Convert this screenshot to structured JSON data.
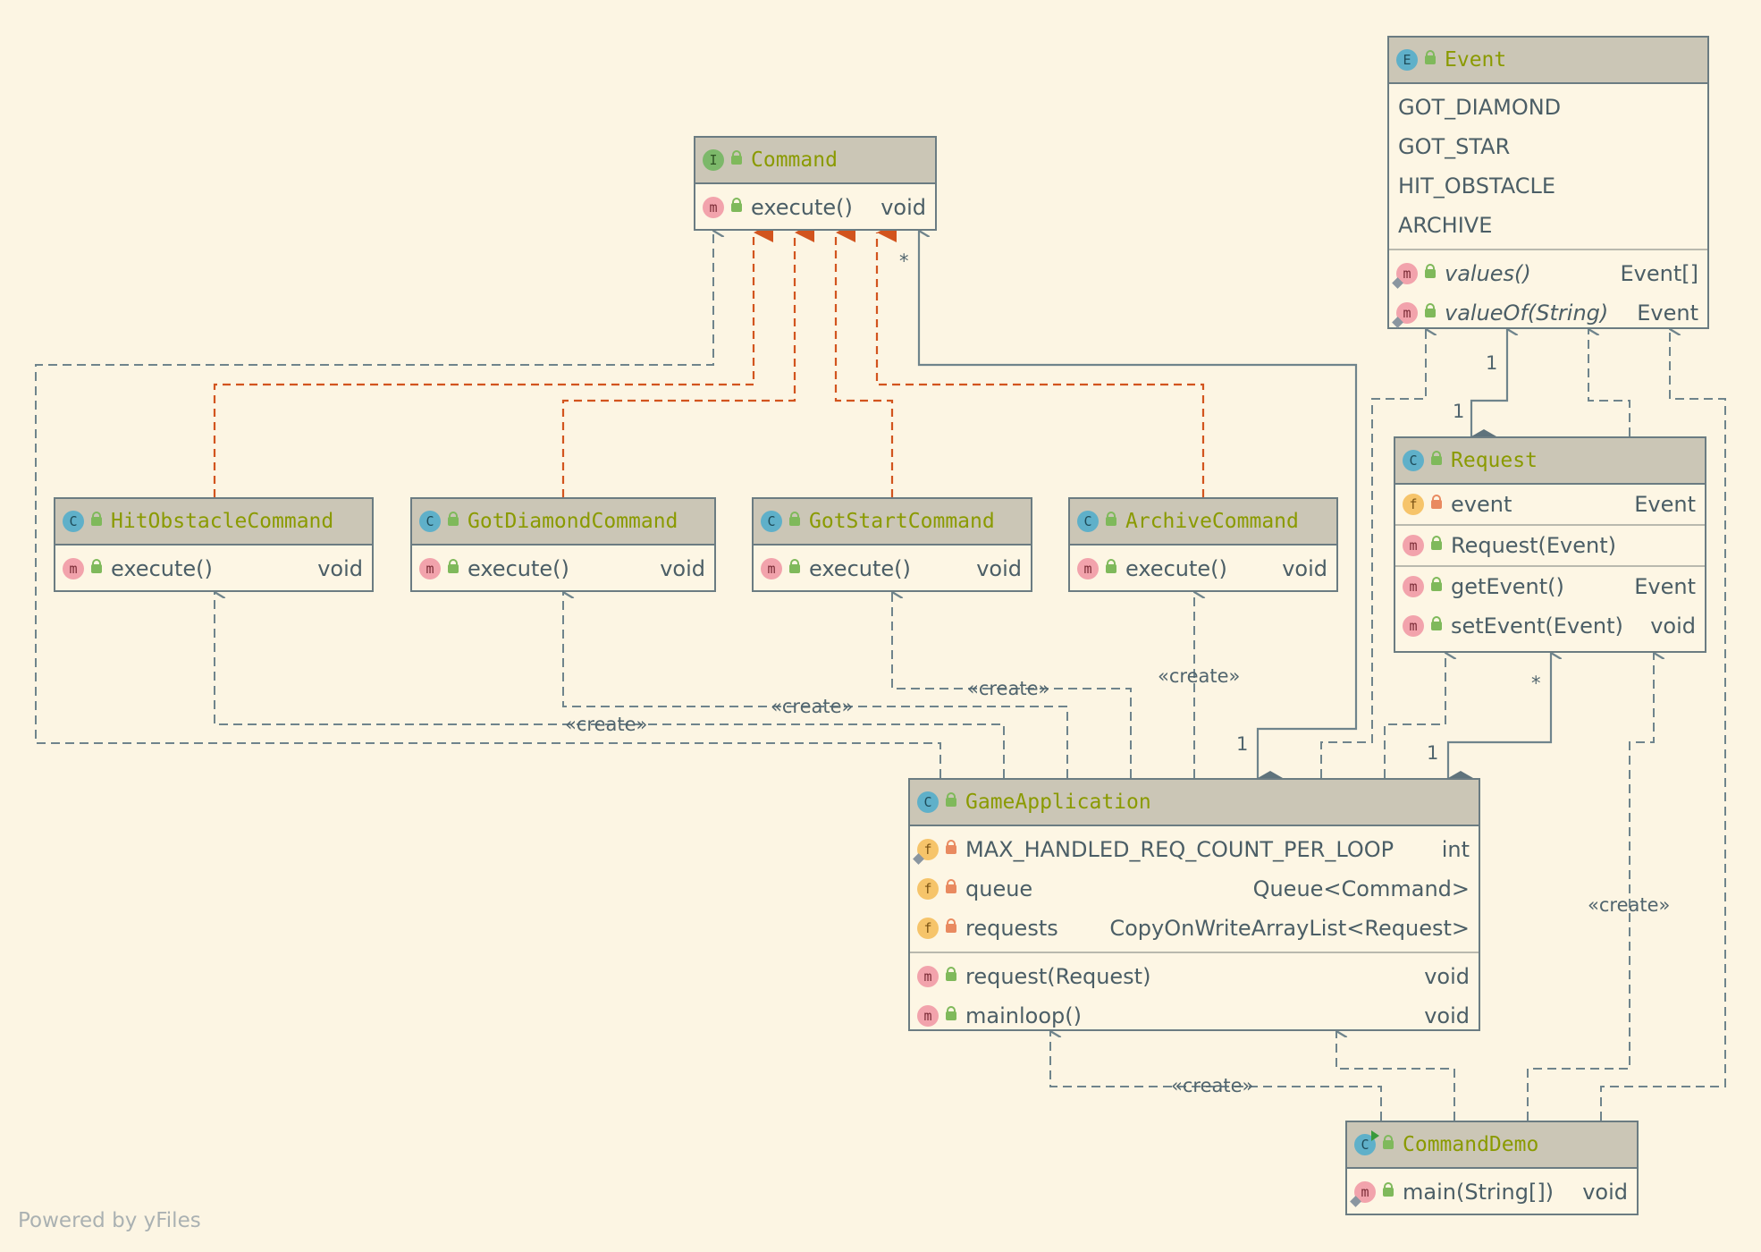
{
  "nodes": {
    "command": {
      "badge": "I",
      "name": "Command",
      "sections": [
        [
          {
            "badge": "m",
            "name": "execute()",
            "type": "void"
          }
        ]
      ]
    },
    "event": {
      "badge": "E",
      "name": "Event",
      "constants": [
        "GOT_DIAMOND",
        "GOT_STAR",
        "HIT_OBSTACLE",
        "ARCHIVE"
      ],
      "methods": [
        {
          "badge": "m",
          "name": "values()",
          "type": "Event[]"
        },
        {
          "badge": "m",
          "name": "valueOf(String)",
          "type": "Event"
        }
      ]
    },
    "hit": {
      "badge": "C",
      "name": "HitObstacleCommand",
      "sections": [
        [
          {
            "badge": "m",
            "name": "execute()",
            "type": "void"
          }
        ]
      ]
    },
    "diamond": {
      "badge": "C",
      "name": "GotDiamondCommand",
      "sections": [
        [
          {
            "badge": "m",
            "name": "execute()",
            "type": "void"
          }
        ]
      ]
    },
    "star": {
      "badge": "C",
      "name": "GotStartCommand",
      "sections": [
        [
          {
            "badge": "m",
            "name": "execute()",
            "type": "void"
          }
        ]
      ]
    },
    "archive": {
      "badge": "C",
      "name": "ArchiveCommand",
      "sections": [
        [
          {
            "badge": "m",
            "name": "execute()",
            "type": "void"
          }
        ]
      ]
    },
    "request": {
      "badge": "C",
      "name": "Request",
      "sections": [
        [
          {
            "badge": "f",
            "name": "event",
            "type": "Event"
          }
        ],
        [
          {
            "badge": "m",
            "name": "Request(Event)",
            "type": ""
          }
        ],
        [
          {
            "badge": "m",
            "name": "getEvent()",
            "type": "Event"
          },
          {
            "badge": "m",
            "name": "setEvent(Event)",
            "type": "void"
          }
        ]
      ]
    },
    "app": {
      "badge": "C",
      "name": "GameApplication",
      "sections": [
        [
          {
            "badge": "f",
            "name": "MAX_HANDLED_REQ_COUNT_PER_LOOP",
            "type": "int"
          },
          {
            "badge": "f",
            "name": "queue",
            "type": "Queue<Command>"
          },
          {
            "badge": "f",
            "name": "requests",
            "type": "CopyOnWriteArrayList<Request>"
          }
        ],
        [
          {
            "badge": "m",
            "name": "request(Request)",
            "type": "void"
          },
          {
            "badge": "m",
            "name": "mainloop()",
            "type": "void"
          }
        ]
      ]
    },
    "demo": {
      "badge": "C",
      "name": "CommandDemo",
      "sections": [
        [
          {
            "badge": "m",
            "name": "main(String[])",
            "type": "void"
          }
        ]
      ]
    }
  },
  "edge_labels": {
    "create": "«create»",
    "one": "1",
    "many": "*"
  },
  "footer": "Powered by yFiles",
  "colors": {
    "background": "#fcf5e3",
    "header": "#cbc6b6",
    "title": "#8a9a00",
    "dependency": "#6f848c",
    "realization": "#d2541e"
  }
}
